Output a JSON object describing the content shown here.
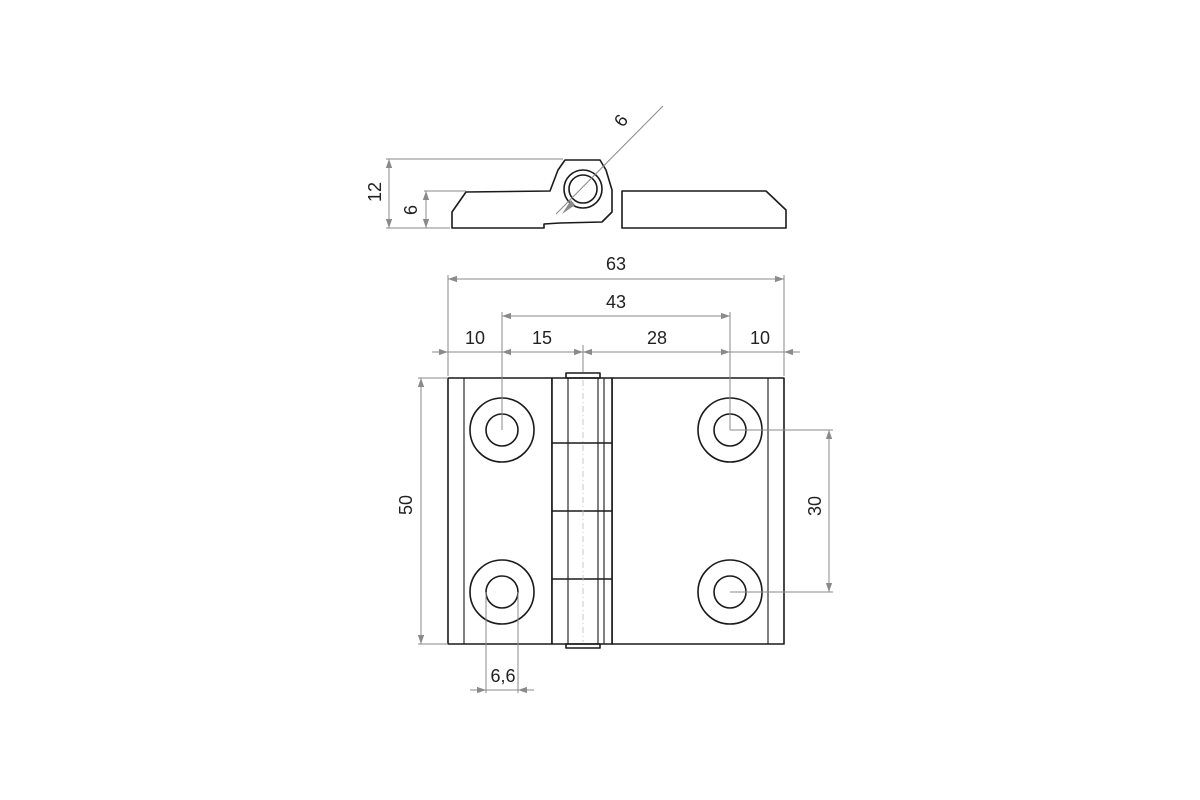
{
  "drawing": {
    "side_view": {
      "total_height_label": "12",
      "leaf_thickness_label": "6",
      "pin_diameter_label": "6"
    },
    "front_view": {
      "overall_width_label": "63",
      "hole_spacing_label": "43",
      "left_edge_label": "10",
      "left_to_knuckle_label": "15",
      "knuckle_to_right_label": "28",
      "right_edge_label": "10",
      "height_label": "50",
      "vertical_hole_spacing_label": "30",
      "hole_diameter_label": "6,6"
    }
  }
}
